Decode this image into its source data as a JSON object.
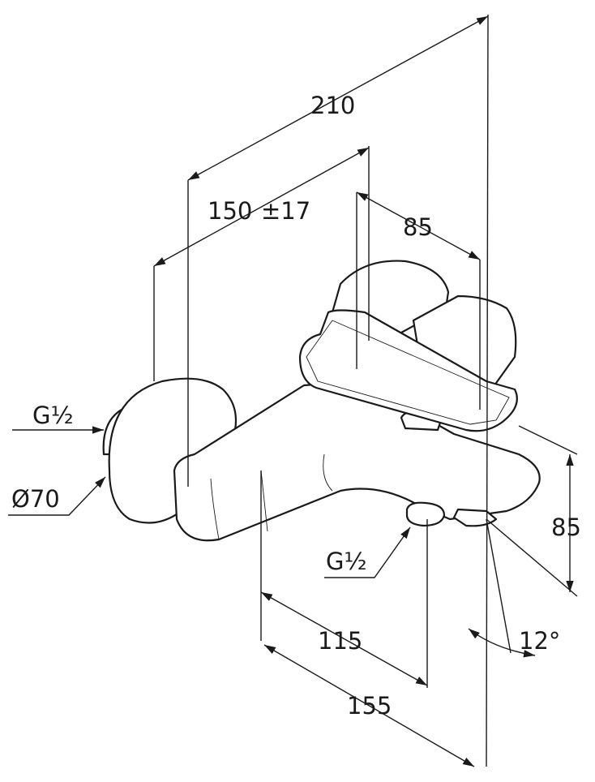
{
  "title": "Bath mixer dimension drawing",
  "dimensions": {
    "overall_depth": "210",
    "wall_distance": "150",
    "wall_tolerance": "±17",
    "lever_width": "85",
    "outlet_height": "85",
    "outlet_projection": "115",
    "total_projection": "155",
    "angle": "12°",
    "inlet_connection": "G½",
    "escutcheon_diameter": "Ø70",
    "outlet_connection": "G½"
  },
  "colors": {
    "line": "#1a1a1a",
    "background": "#ffffff"
  }
}
